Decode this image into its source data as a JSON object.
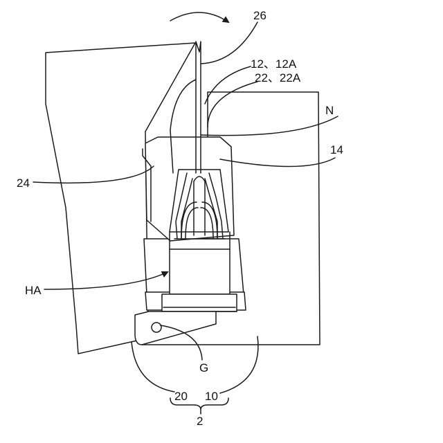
{
  "labels": {
    "rotation": "26",
    "needle_assembly_1": "12、12A",
    "needle_assembly_2": "22、22A",
    "needle": "N",
    "cover_case": "14",
    "holding_member": "24",
    "hub": "HA",
    "grip": "G",
    "base_left": "20",
    "base_right": "10",
    "assembly": "2"
  },
  "colors": {
    "line": "#1a1a1a",
    "background": "#ffffff"
  }
}
